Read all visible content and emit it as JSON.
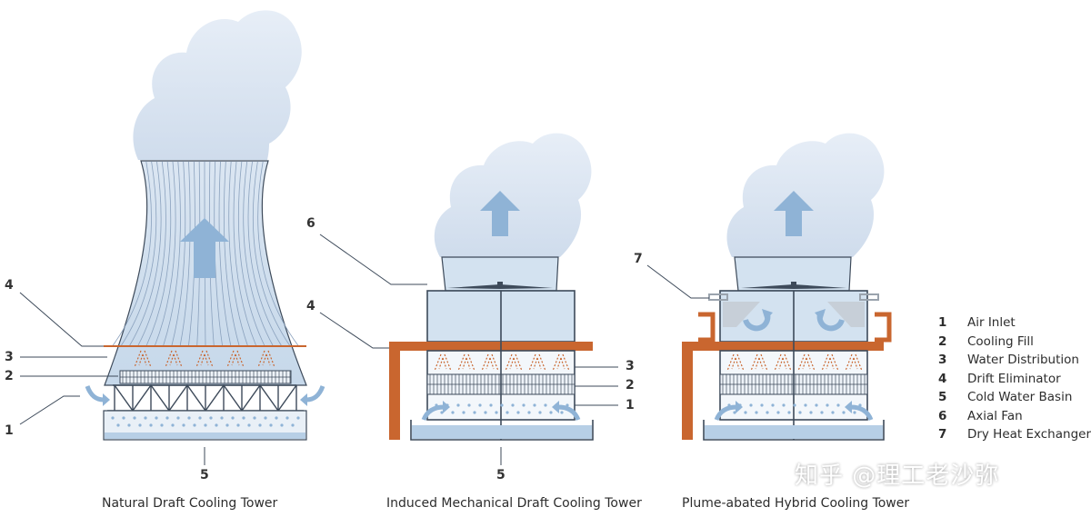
{
  "captions": {
    "natural": "Natural Draft Cooling Tower",
    "induced": "Induced Mechanical Draft Cooling Tower",
    "hybrid": "Plume-abated Hybrid Cooling Tower"
  },
  "callouts": {
    "natural": [
      "4",
      "3",
      "2",
      "1",
      "5"
    ],
    "induced": [
      "6",
      "4",
      "3",
      "2",
      "1",
      "5"
    ],
    "hybrid": [
      "7"
    ]
  },
  "legend": [
    {
      "num": "1",
      "label": "Air Inlet"
    },
    {
      "num": "2",
      "label": "Cooling Fill"
    },
    {
      "num": "3",
      "label": "Water Distribution"
    },
    {
      "num": "4",
      "label": "Drift Eliminator"
    },
    {
      "num": "5",
      "label": "Cold Water Basin"
    },
    {
      "num": "6",
      "label": "Axial Fan"
    },
    {
      "num": "7",
      "label": "Dry Heat Exchanger"
    }
  ],
  "watermark": "知乎 @理工老沙弥",
  "colors": {
    "tower_fill": "#d3e2f0",
    "tower_line": "#3d4a5a",
    "steam": "#dce6f1",
    "arrow": "#8fb3d6",
    "eliminator": "#c9662f",
    "basin_water": "#b7cfe6"
  }
}
